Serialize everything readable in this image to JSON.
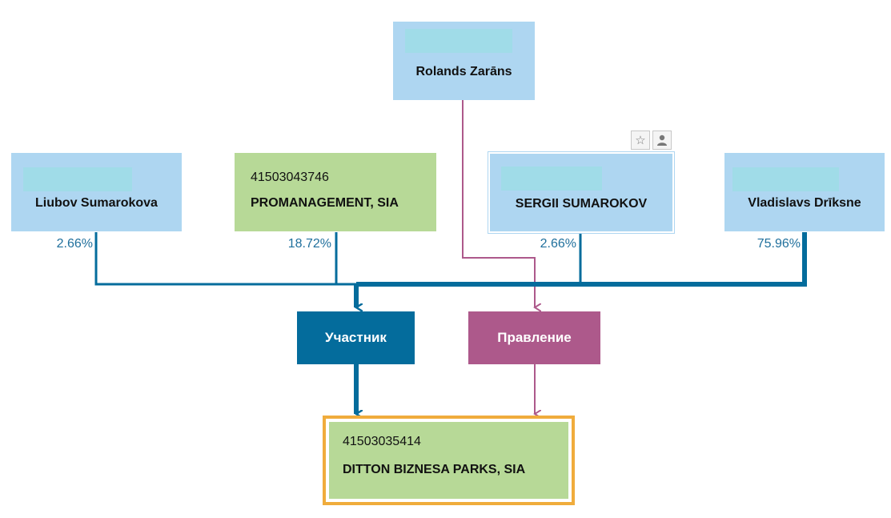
{
  "nodes": {
    "rolands": {
      "name": "Rolands Zarāns"
    },
    "liubov": {
      "name": "Liubov Sumarokova",
      "share": "2.66%"
    },
    "promanagement": {
      "code": "41503043746",
      "name": "PROMANAGEMENT, SIA",
      "share": "18.72%"
    },
    "sergii": {
      "name": "SERGII SUMAROKOV",
      "share": "2.66%"
    },
    "vladislavs": {
      "name": "Vladislavs Drīksne",
      "share": "75.96%"
    },
    "ditton": {
      "code": "41503035414",
      "name": "DITTON BIZNESA PARKS, SIA"
    }
  },
  "roles": {
    "member": "Участник",
    "board": "Правление"
  },
  "icons": [
    "star-icon",
    "person-icon"
  ],
  "colors": {
    "person_box": "#aed6f1",
    "company_box": "#b7d997",
    "member_line": "#046c9c",
    "board_line": "#ad598b",
    "highlight_border": "#f0ac3c",
    "share_text": "#1f6f9c"
  }
}
